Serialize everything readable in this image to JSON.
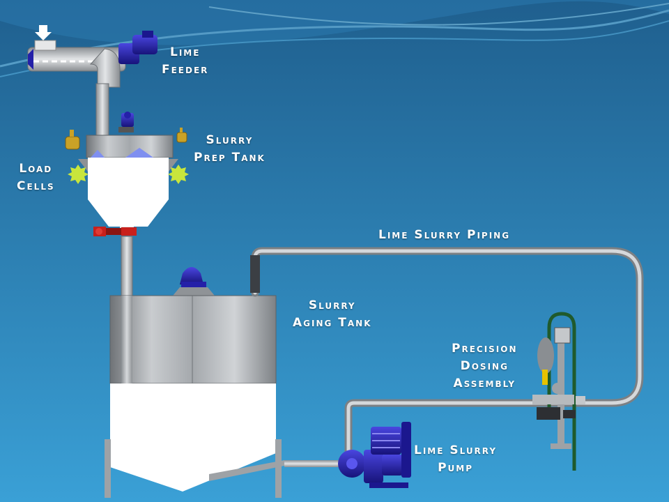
{
  "labels": {
    "lime_feeder": [
      "Lime",
      "Feeder"
    ],
    "slurry_prep_tank": [
      "Slurry",
      "Prep Tank"
    ],
    "load_cells": [
      "Load",
      "Cells"
    ],
    "lime_slurry_piping": "Lime Slurry Piping",
    "slurry_aging_tank": [
      "Slurry",
      "Aging Tank"
    ],
    "precision_dosing": [
      "Precision",
      "Dosing",
      "Assembly"
    ],
    "lime_slurry_pump": [
      "Lime Slurry",
      "Pump"
    ]
  },
  "colors": {
    "background_top": "#1f5f8e",
    "background_bottom": "#3aa0d6",
    "motor_blue": "#2420a8",
    "pipe_gray": "#a9adb1",
    "load_cell_green": "#c8e63c",
    "valve_red": "#c8201c",
    "valve_brass": "#c9a227",
    "hose_green": "#1f5a2c"
  },
  "icons": [
    "down-arrow-icon",
    "motor-icon",
    "load-cell-icon",
    "valve-icon",
    "pump-icon"
  ]
}
